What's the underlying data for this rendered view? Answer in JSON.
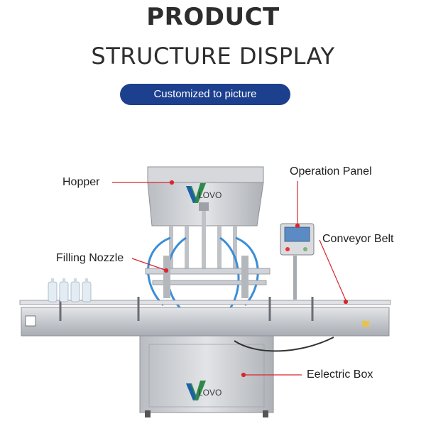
{
  "header": {
    "title_line1": "PRODUCT",
    "title_line2": "STRUCTURE DISPLAY",
    "badge": "Customized to picture"
  },
  "callouts": {
    "hopper": "Hopper",
    "operation_panel": "Operation Panel",
    "filling_nozzle": "Filling Nozzle",
    "conveyor_belt": "Conveyor Belt",
    "electric_box": "Eelectric Box"
  },
  "brand": {
    "logo_text": "LOVO"
  },
  "colors": {
    "accent": "#1c3f8e",
    "callout_line": "#d9262c",
    "steel": "#c9ccd1"
  }
}
